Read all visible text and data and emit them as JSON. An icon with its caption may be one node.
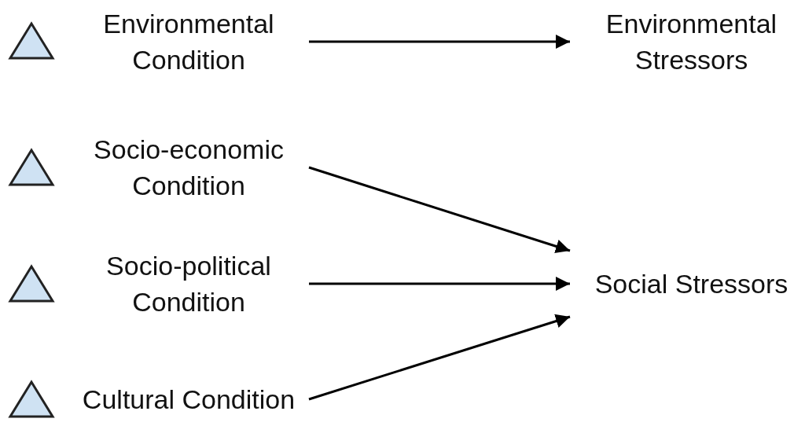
{
  "diagram": {
    "nodes": [
      {
        "text": [
          "Environmental Condition"
        ]
      },
      {
        "text": [
          "Environmental Stressors"
        ]
      },
      {
        "text": [
          "Socio-economic Condition"
        ]
      },
      {
        "text": [
          "Socio-political Condition"
        ]
      },
      {
        "text": [
          "Social Stressors"
        ]
      },
      {
        "text": [
          "Cultural Condition"
        ]
      }
    ],
    "edges": [
      {
        "from": 0,
        "to": 1,
        "arrow": "to"
      },
      {
        "from": 2,
        "to": 4,
        "arrow": "to"
      },
      {
        "from": 3,
        "to": 4,
        "arrow": "to"
      },
      {
        "from": 5,
        "to": 4,
        "arrow": "to"
      }
    ]
  }
}
